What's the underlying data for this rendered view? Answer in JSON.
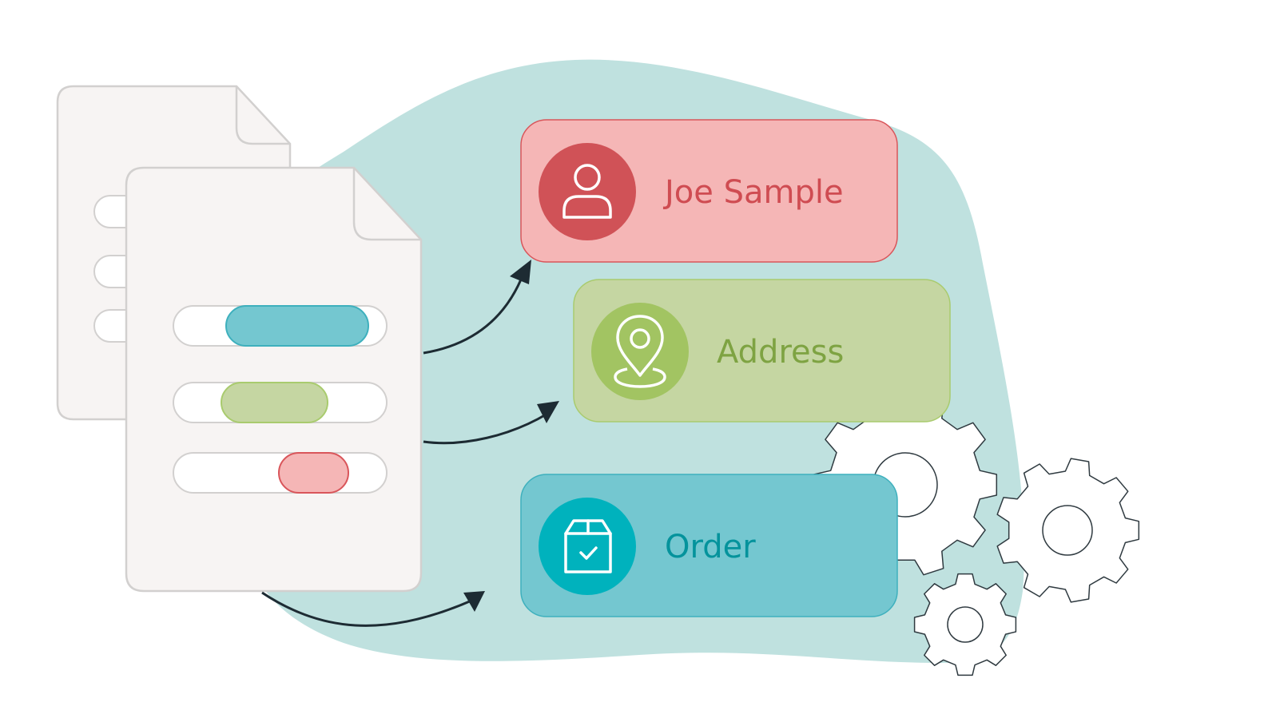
{
  "colors": {
    "background": "#ffffff",
    "blob": "#bfe1df",
    "doc_fill": "#f7f4f3",
    "doc_stroke": "#d2d0cf",
    "arrow": "#1d2b33",
    "gear_stroke": "#2f3a40",
    "red_card": "#f5b6b6",
    "red_card_stroke": "#d9555a",
    "red_circle": "#d05257",
    "red_text": "#cf4c52",
    "green_card": "#c5d6a2",
    "green_card_stroke": "#a9cb6e",
    "green_circle": "#a2c462",
    "green_text": "#7ea342",
    "teal_card": "#74c7d0",
    "teal_card_stroke": "#3eb0bd",
    "teal_circle": "#00b2bd",
    "teal_text": "#05939c",
    "pill_teal": "#74c7d0",
    "pill_green": "#c5d6a2",
    "pill_red": "#f5b6b6"
  },
  "cards": {
    "person": {
      "label": "Joe Sample",
      "icon": "person-icon"
    },
    "address": {
      "label": "Address",
      "icon": "location-pin-icon"
    },
    "order": {
      "label": "Order",
      "icon": "package-check-icon"
    }
  },
  "icons": [
    "document-icon",
    "gear-icon",
    "arrow-icon"
  ]
}
